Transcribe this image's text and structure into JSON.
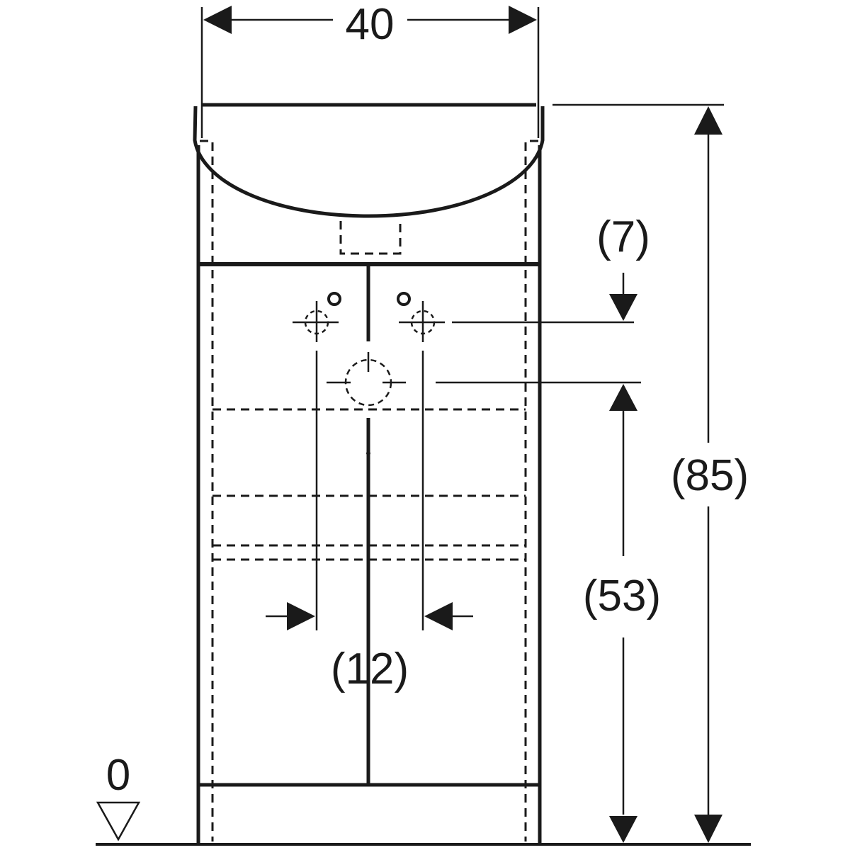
{
  "drawing": {
    "colors": {
      "line": "#1a1a1a",
      "background": "#ffffff"
    },
    "dimensions": {
      "width": "40",
      "total_height": "(85)",
      "drain_height": "(53)",
      "valve_offset": "(7)",
      "valve_spacing": "(12)",
      "floor_level": "0"
    }
  }
}
